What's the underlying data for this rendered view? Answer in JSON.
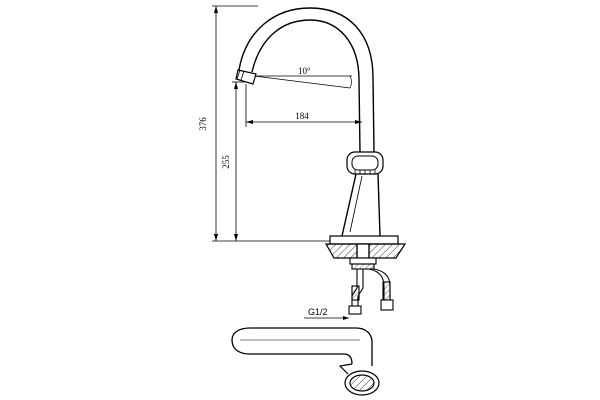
{
  "diagram": {
    "dimensions": {
      "total_height": "376",
      "spout_height": "255",
      "reach": "184",
      "angle": "10°",
      "thread": "G1/2"
    },
    "colors": {
      "line": "#000000",
      "hatch": "#000000",
      "background": "#ffffff"
    }
  }
}
